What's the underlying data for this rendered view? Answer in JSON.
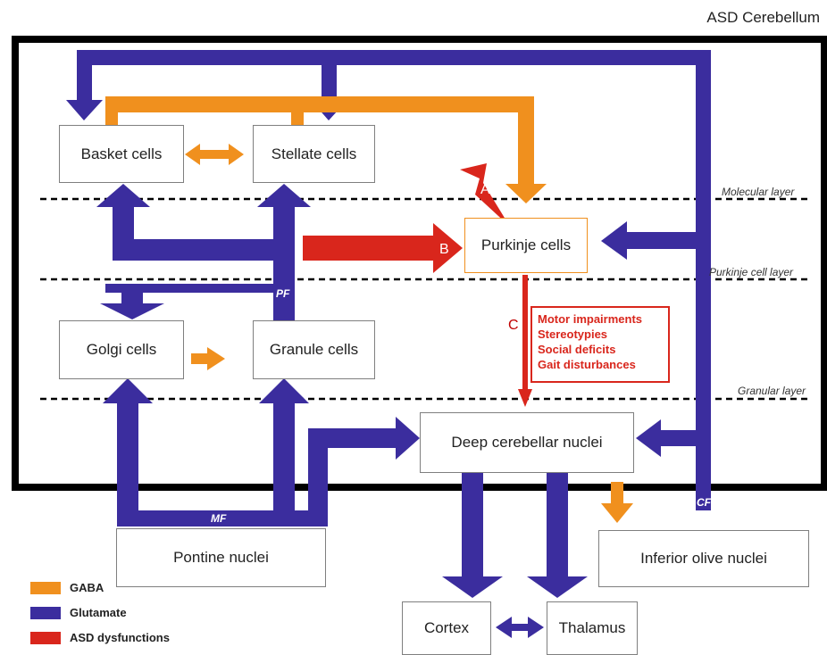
{
  "title": "ASD Cerebellum",
  "colors": {
    "gaba": "#f0901e",
    "glutamate": "#3b2d9e",
    "asd": "#d9261c",
    "frame": "#000000"
  },
  "cells": {
    "basket": "Basket cells",
    "stellate": "Stellate cells",
    "purkinje": "Purkinje cells",
    "golgi": "Golgi cells",
    "granule": "Granule cells",
    "deep_nuclei": "Deep cerebellar nuclei",
    "pontine": "Pontine nuclei",
    "olive": "Inferior olive nuclei",
    "cortex": "Cortex",
    "thalamus": "Thalamus"
  },
  "layers": {
    "molecular": "Molecular layer",
    "purkinje": "Purkinje cell layer",
    "granular": "Granular layer"
  },
  "fiber_labels": {
    "pf": "PF",
    "mf": "MF",
    "cf": "CF"
  },
  "markers": {
    "a": "A",
    "b": "B",
    "c": "C"
  },
  "effects": [
    "Motor impairments",
    "Stereotypies",
    "Social deficits",
    "Gait disturbances"
  ],
  "legend": [
    {
      "label": "GABA",
      "color": "#f0901e"
    },
    {
      "label": "Glutamate",
      "color": "#3b2d9e"
    },
    {
      "label": "ASD dysfunctions",
      "color": "#d9261c"
    }
  ]
}
